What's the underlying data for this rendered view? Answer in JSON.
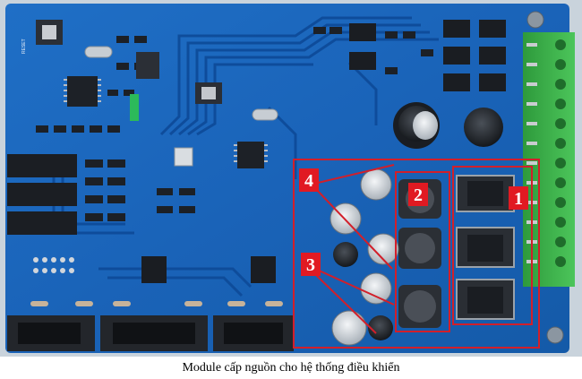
{
  "caption": "Module cấp nguồn cho hệ thống điều khiển",
  "callouts": [
    {
      "label": "1"
    },
    {
      "label": "2"
    },
    {
      "label": "3"
    },
    {
      "label": "4"
    }
  ],
  "colors": {
    "pcb": "#1a63b8",
    "pcb_dark": "#0d3f86",
    "terminal_block": "#3bb34a",
    "callout_box": "#e11a22",
    "callout_frame": "#d21f2a"
  }
}
